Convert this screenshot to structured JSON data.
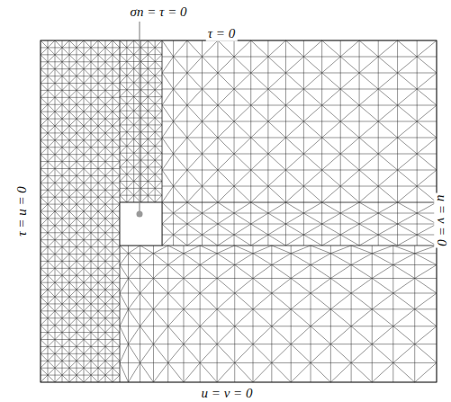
{
  "diagram": {
    "labels": [
      "σn = τ = 0",
      "τ = 0",
      "τ = u = 0",
      "u = v = 0",
      "u = v = 0"
    ]
  }
}
